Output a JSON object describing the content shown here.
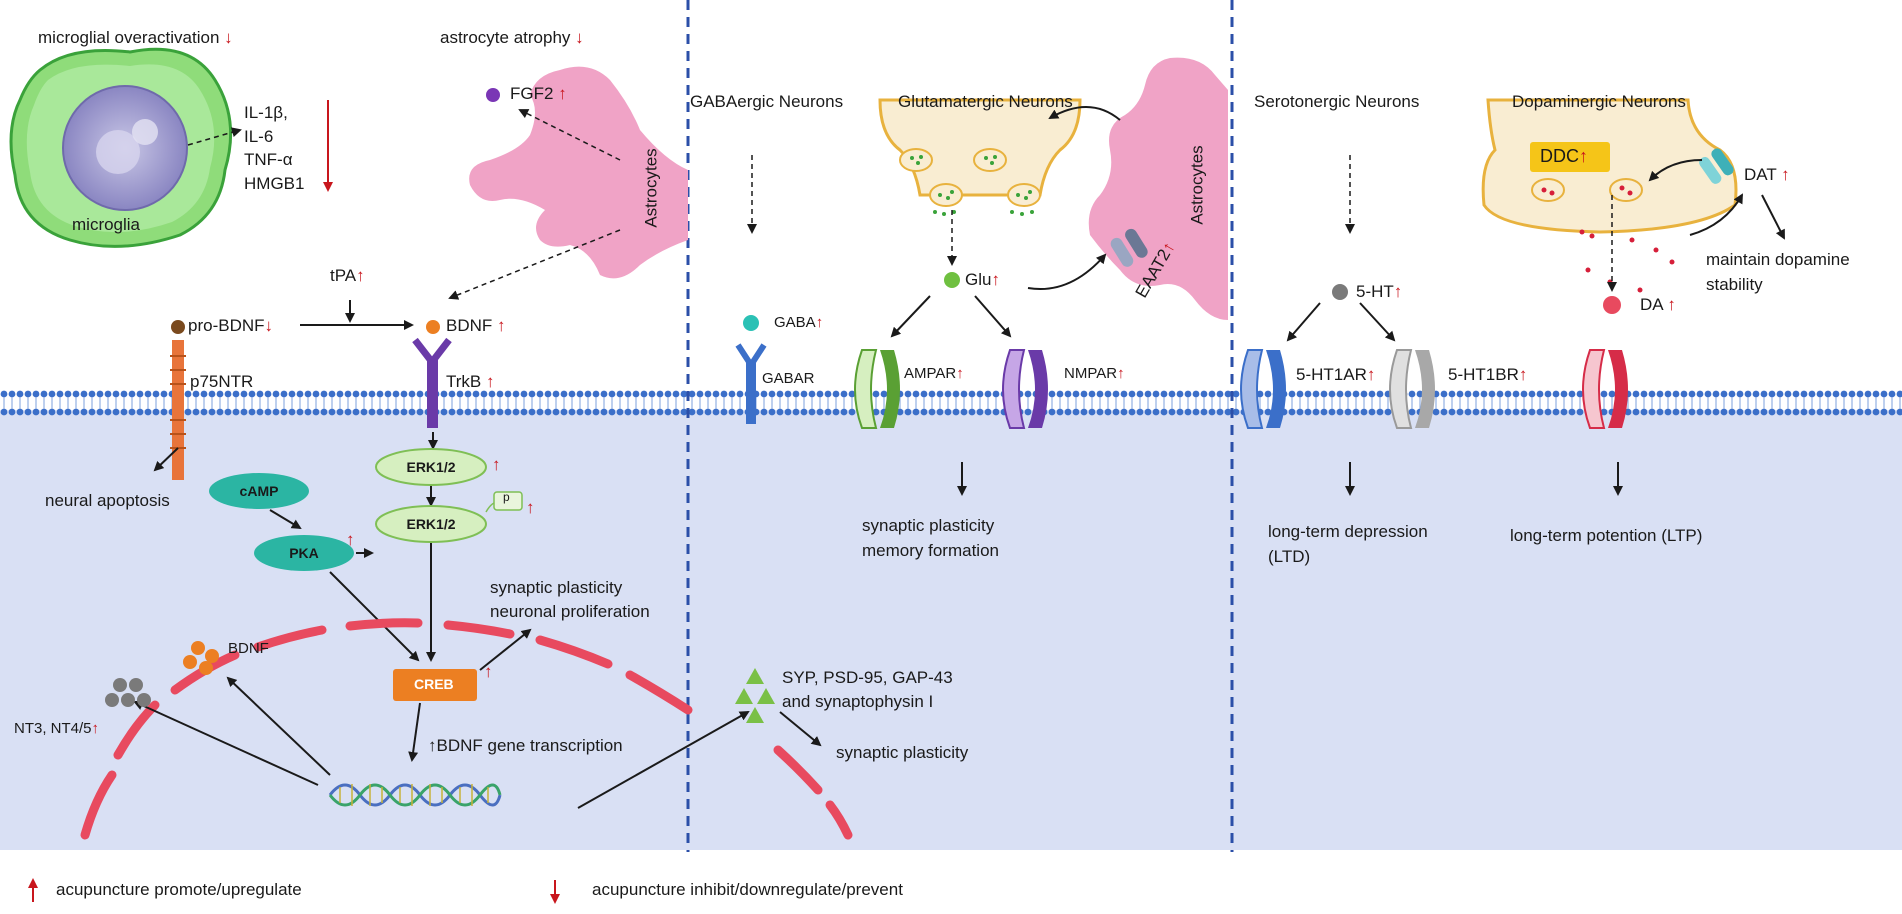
{
  "top_left": {
    "microglial": "microglial overactivation",
    "microglia_label": "microglia",
    "cytokines": [
      "IL-1β,",
      "IL-6",
      "TNF-α",
      "HMGB1"
    ],
    "astrocyte_atrophy": "astrocyte atrophy",
    "fgf2": "FGF2",
    "astrocytes": "Astrocytes"
  },
  "bdnf_pathway": {
    "tpa": "tPA",
    "pro_bdnf": "pro-BDNF",
    "bdnf": "BDNF",
    "p75ntr": "p75NTR",
    "trkb": "TrkB",
    "neural_apoptosis": "neural apoptosis",
    "camp": "cAMP",
    "pka": "PKA",
    "erk1": "ERK1/2",
    "erk2": "ERK1/2",
    "p": "p",
    "creb": "CREB",
    "syn_plasticity_prolif": [
      "synaptic plasticity",
      "neuronal proliferation"
    ],
    "bdnf_nuc": "BDNF",
    "nt": "NT3, NT4/5",
    "gene_transcription": "↑BDNF gene transcription"
  },
  "middle": {
    "gaba_neurons": "GABAergic Neurons",
    "glu_neurons": "Glutamatergic Neurons",
    "astrocytes": "Astrocytes",
    "glu": "Glu",
    "eaat2": "EAAT2",
    "gaba": "GABA",
    "gabar": "GABAR",
    "ampar": "AMPAR",
    "nmpar": "NMPAR",
    "outcome": [
      "synaptic plasticity",
      "memory formation"
    ],
    "syp": [
      "SYP, PSD-95, GAP-43",
      "and synaptophysin I"
    ],
    "syn_plasticity": "synaptic plasticity"
  },
  "right": {
    "sero_neurons": "Serotonergic Neurons",
    "dopa_neurons": "Dopaminergic Neurons",
    "ddc": "DDC",
    "dat": "DAT",
    "maintain": [
      "maintain dopamine",
      "stability"
    ],
    "da": "DA",
    "ht": "5-HT",
    "ht1ar": "5-HT1AR",
    "ht1br": "5-HT1BR",
    "ltd": [
      "long-term depression",
      "(LTD)"
    ],
    "ltp": "long-term potention (LTP)"
  },
  "legend": {
    "up": "acupuncture promote/upregulate",
    "down": "acupuncture inhibit/downregulate/prevent"
  },
  "colors": {
    "membrane": "#3b6fc9",
    "cytoplasm": "#d9e0f4",
    "astrocyte": "#f0a3c6",
    "terminal": "#f9edd2",
    "terminal_border": "#e8b23e",
    "arrow_red": "#c8161d",
    "nuclear_envelope": "#e84a5f",
    "oval_green": "#d6efc0",
    "oval_teal": "#2bb5a3",
    "creb": "#ec7f22"
  }
}
